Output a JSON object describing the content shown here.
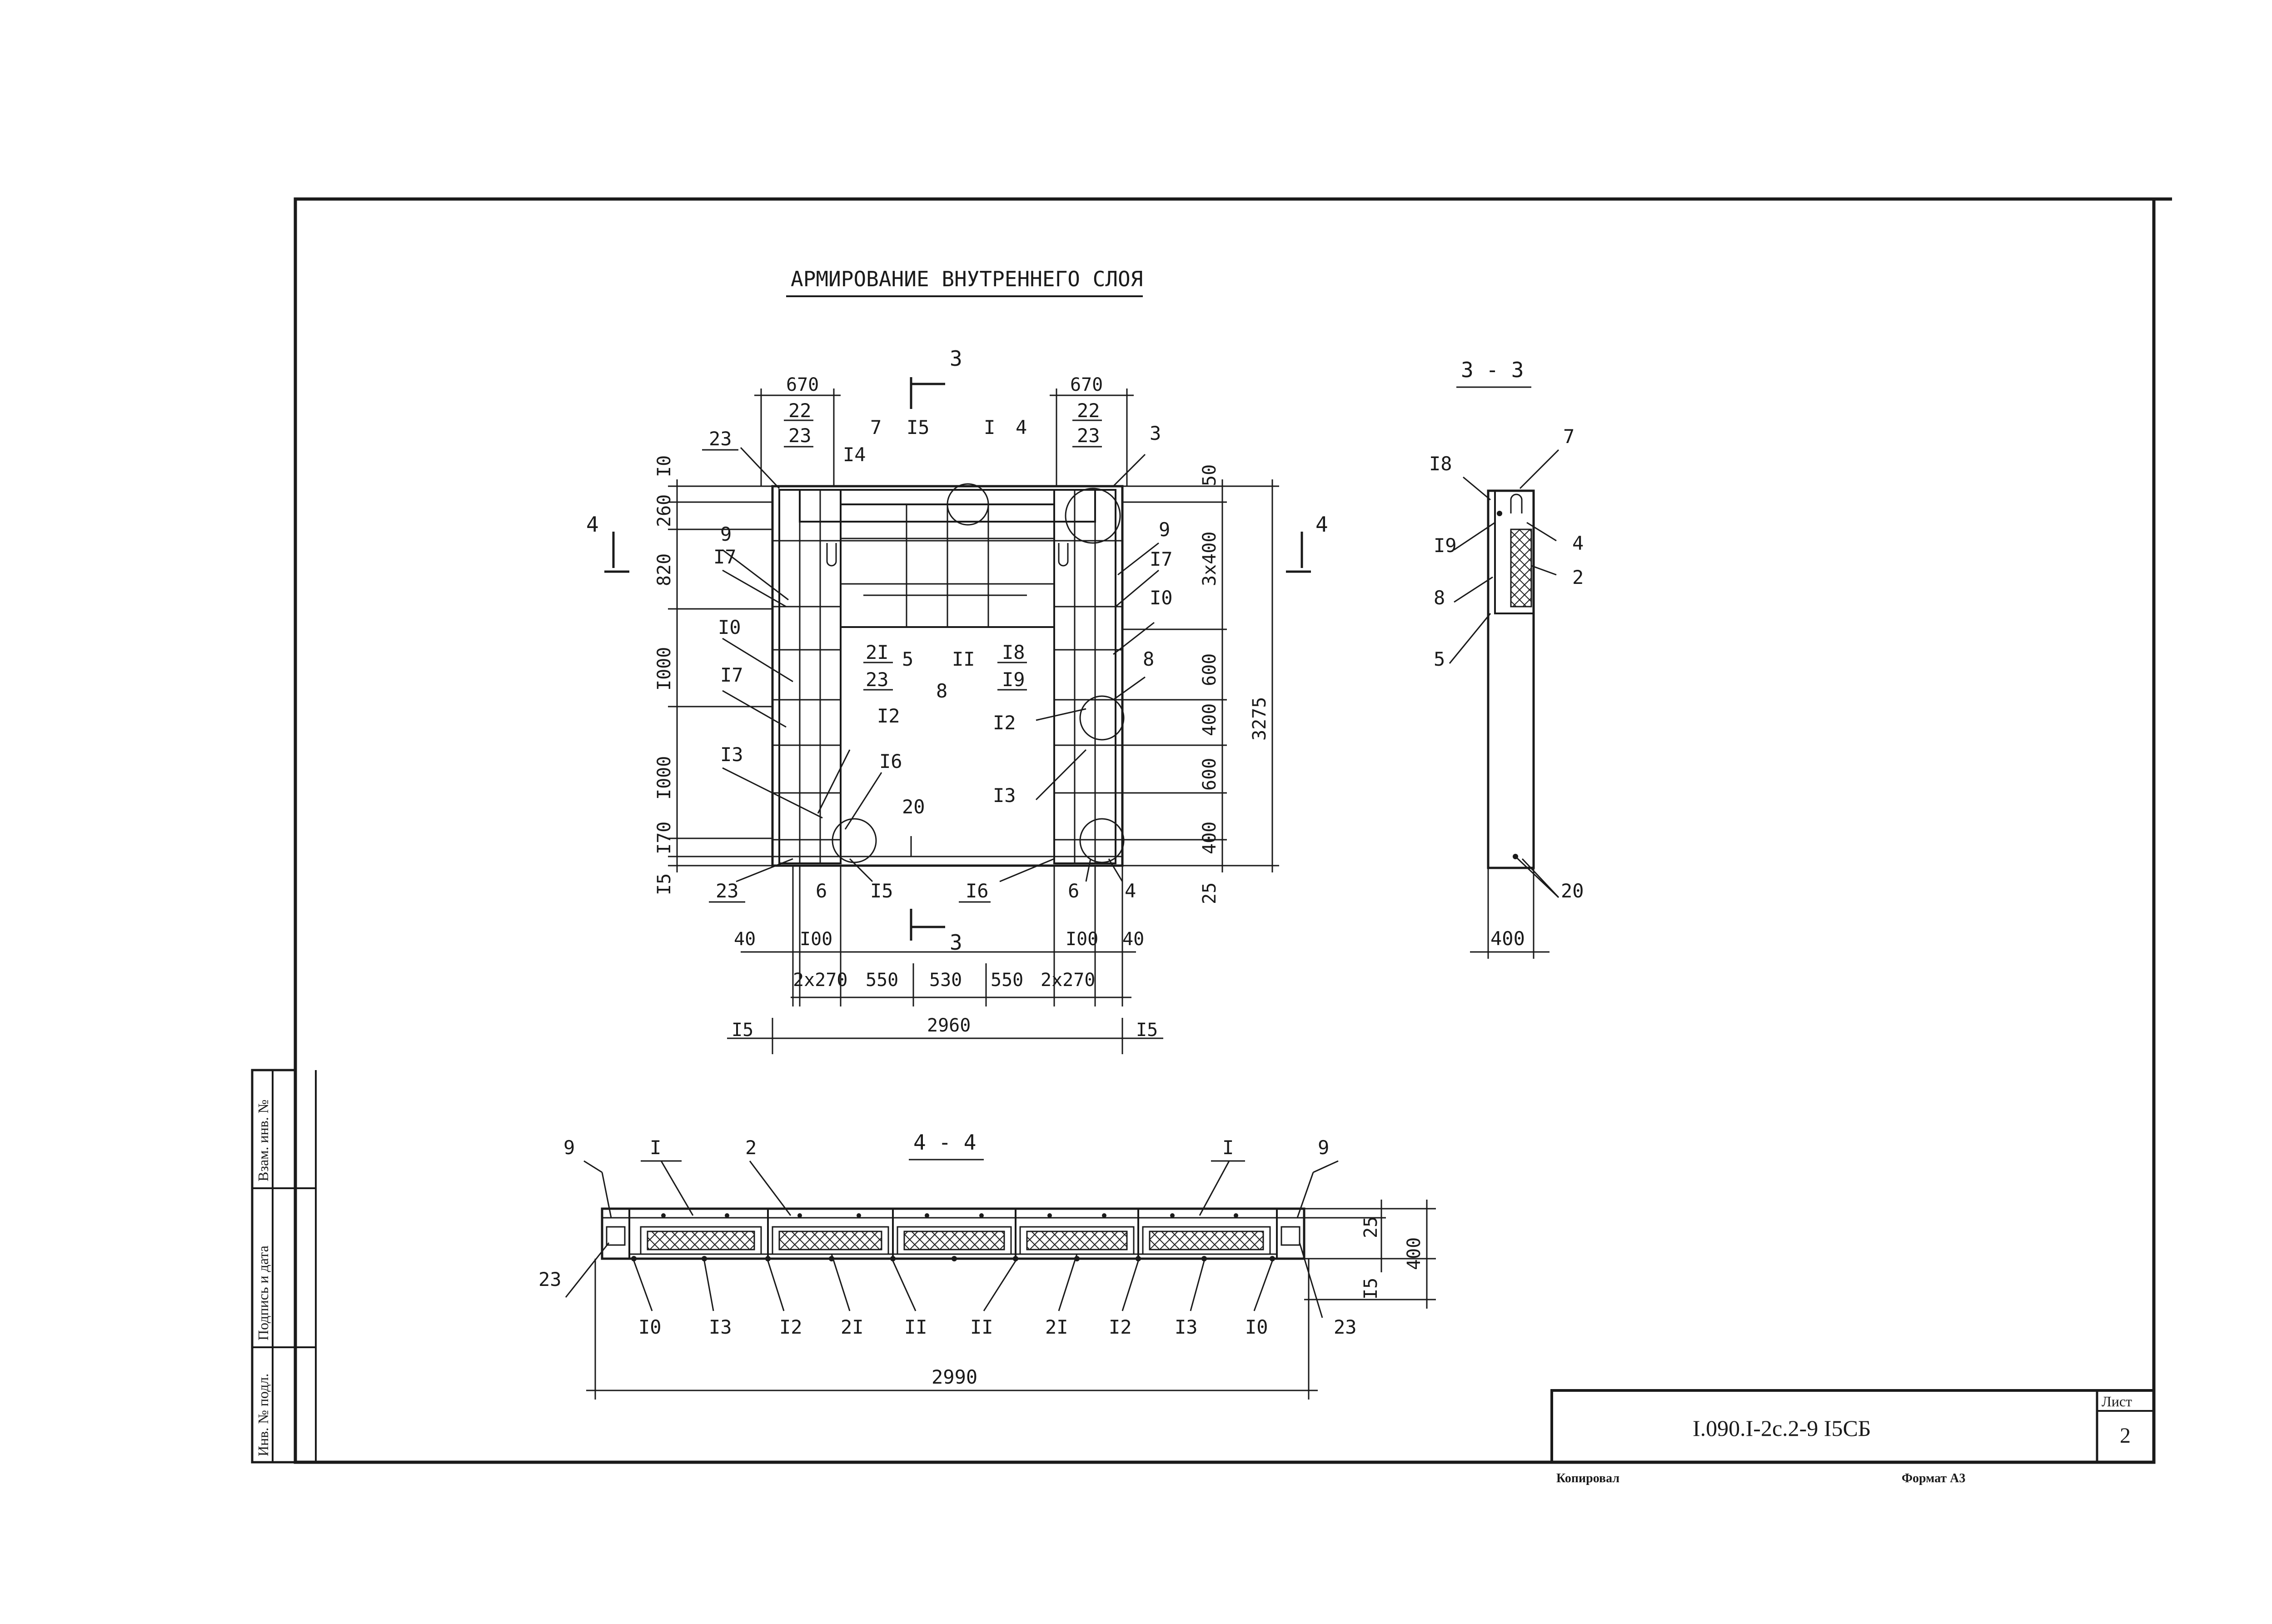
{
  "title": "АРМИРОВАНИЕ ВНУТРЕННЕГО СЛОЯ",
  "section_3_3": "3 - 3",
  "section_4_4": "4 - 4",
  "cut_mark_3": "3",
  "cut_mark_4": "4",
  "plan": {
    "top_dims": [
      "670",
      "670"
    ],
    "side_left_dims": [
      "I0",
      "260",
      "820",
      "I000",
      "I000",
      "I70",
      "I5"
    ],
    "side_right_dims": [
      "50",
      "3x400",
      "600",
      "400",
      "600",
      "400",
      "25"
    ],
    "overall_height": "3275",
    "bottom_dims": [
      "40",
      "I00",
      "I00",
      "40"
    ],
    "bottom_row": [
      "2x270",
      "550",
      "530",
      "550",
      "2x270"
    ],
    "overall_width": "2960",
    "edge_dims": [
      "I5",
      "I5"
    ],
    "labels": {
      "l22a": "22",
      "l23a": "23",
      "l22b": "22",
      "l23b": "23",
      "l23_tl": "23",
      "l7": "7",
      "l15_top": "I5",
      "l1": "I",
      "l4": "4",
      "l3": "3",
      "l14": "I4",
      "l9_l": "9",
      "l17_l": "I7",
      "l10_l": "I0",
      "l17_l2": "I7",
      "l13_l": "I3",
      "l23_bl": "23",
      "l6_l": "6",
      "l15_b": "I5",
      "l16_b": "I6",
      "l12_l": "I2",
      "l16_l": "I6",
      "l20": "20",
      "l21": "2I",
      "l23c": "23",
      "l5": "5",
      "l11": "II",
      "l8c": "8",
      "l18": "I8",
      "l19": "I9",
      "l9_r": "9",
      "l17_r": "I7",
      "l10_r": "I0",
      "l8_r": "8",
      "l12_r": "I2",
      "l13_r": "I3",
      "l6_r": "6",
      "l4_r": "4"
    }
  },
  "section33": {
    "labels": [
      "I8",
      "7",
      "I9",
      "4",
      "2",
      "8",
      "5",
      "20"
    ],
    "width_dim": "400"
  },
  "section44": {
    "top_labels": [
      "9",
      "I",
      "2",
      "I",
      "9"
    ],
    "bottom_labels": [
      "I0",
      "I3",
      "I2",
      "2I",
      "II",
      "II",
      "2I",
      "I2",
      "I3",
      "I0"
    ],
    "side_labels": [
      "23",
      "23"
    ],
    "right_dims": [
      "25",
      "I5",
      "400"
    ],
    "overall_width": "2990"
  },
  "stamp": {
    "doc_code": "I.090.I-2c.2-9 I5СБ",
    "sheet_label": "Лист",
    "sheet_number": "2",
    "copied": "Копировал",
    "format": "Формат А3"
  },
  "side_strip": [
    "Инв. № подл.",
    "Подпись и дата",
    "Взам. инв. №"
  ]
}
